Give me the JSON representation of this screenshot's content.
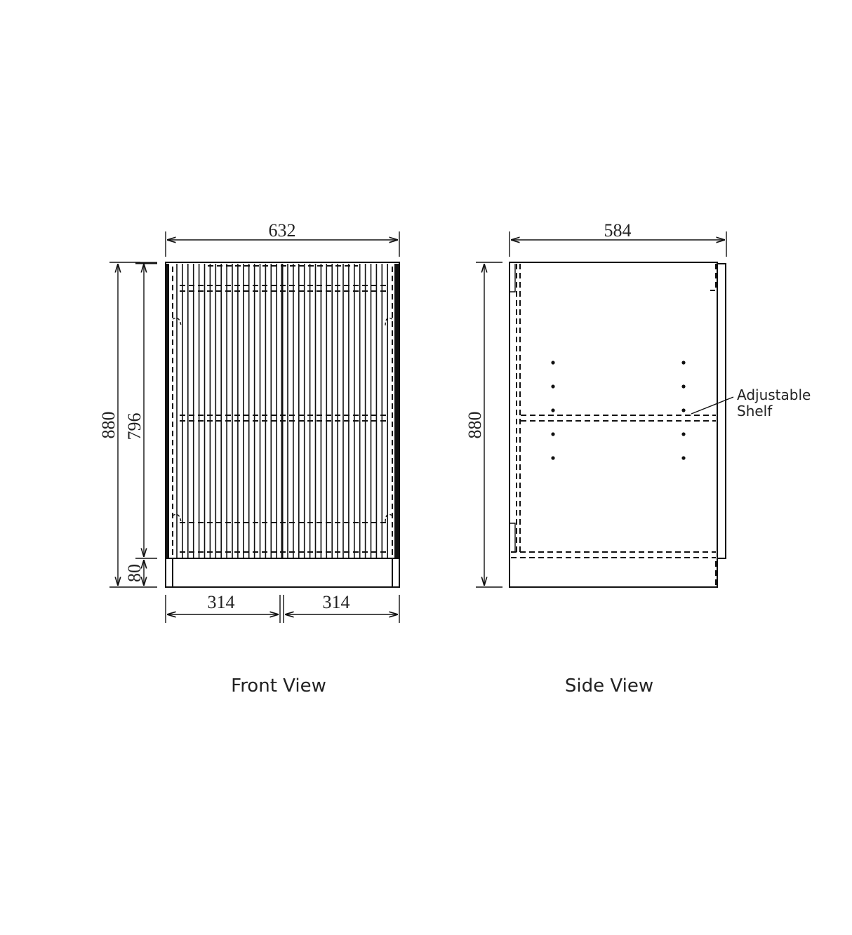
{
  "front_view": {
    "title": "Front View",
    "dimensions": {
      "width": "632",
      "height": "880",
      "door_height": "796",
      "plinth": "80",
      "door_left": "314",
      "door_right": "314"
    }
  },
  "side_view": {
    "title": "Side View",
    "dimensions": {
      "depth": "584",
      "height": "880"
    },
    "annotation_line1": "Adjustable",
    "annotation_line2": "Shelf"
  },
  "colors": {
    "line": "#111111",
    "background": "#ffffff"
  }
}
